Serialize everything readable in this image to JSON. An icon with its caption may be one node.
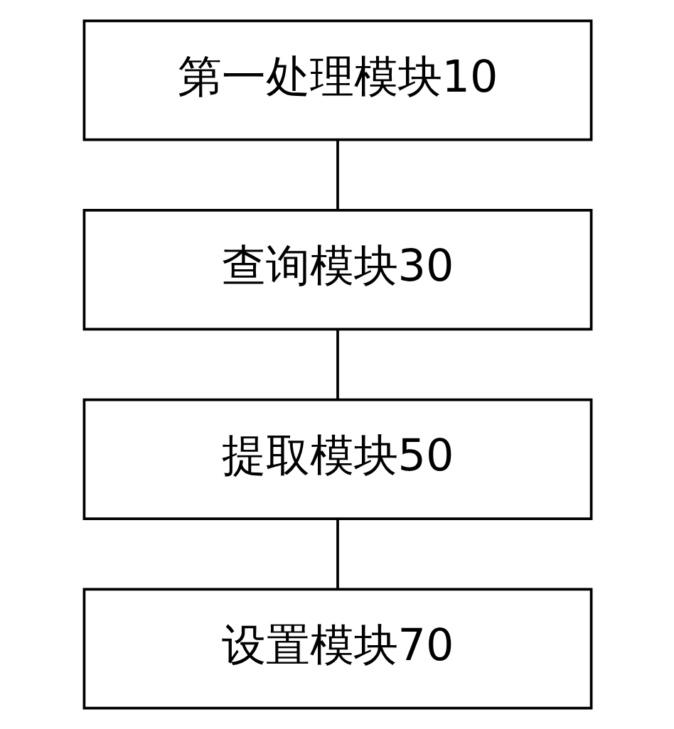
{
  "diagram": {
    "nodes": [
      {
        "text": [
          "第一处理模块10"
        ]
      },
      {
        "text": [
          "查询模块30"
        ]
      },
      {
        "text": [
          "提取模块50"
        ]
      },
      {
        "text": [
          "设置模块70"
        ]
      }
    ],
    "edges": [
      {
        "from": 0,
        "to": 1,
        "arrow": "none"
      },
      {
        "from": 1,
        "to": 2,
        "arrow": "none"
      },
      {
        "from": 2,
        "to": 3,
        "arrow": "none"
      }
    ]
  }
}
